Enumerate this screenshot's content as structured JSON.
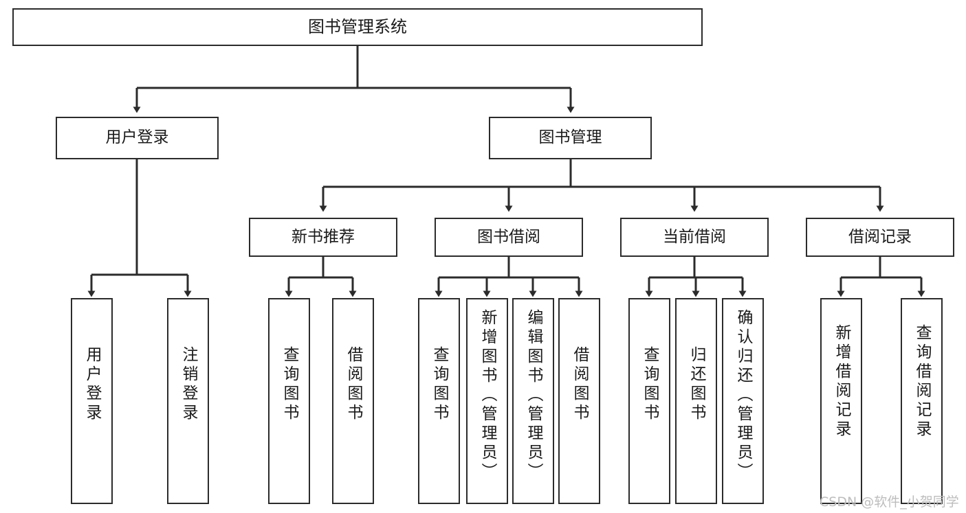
{
  "diagram": {
    "title": "图书管理系统",
    "type": "hierarchy-tree",
    "watermark": "CSDN @软件_小贺同学",
    "colors": {
      "stroke": "#2b2b2b",
      "fill": "#ffffff",
      "text": "#1a1a1a",
      "watermark": "#bdbdbd"
    },
    "nodes": {
      "root": {
        "label": "图书管理系统"
      },
      "level2": [
        {
          "label": "用户登录"
        },
        {
          "label": "图书管理"
        }
      ],
      "level3": [
        {
          "label": "新书推荐"
        },
        {
          "label": "图书借阅"
        },
        {
          "label": "当前借阅"
        },
        {
          "label": "借阅记录"
        }
      ],
      "leaves": {
        "user_login": [
          {
            "label": "用户登录"
          },
          {
            "label": "注销登录"
          }
        ],
        "new_book_recommend": [
          {
            "label": "查询图书"
          },
          {
            "label": "借阅图书"
          }
        ],
        "book_borrow": [
          {
            "label": "查询图书"
          },
          {
            "label": "新增图书（管理员）"
          },
          {
            "label": "编辑图书（管理员）"
          },
          {
            "label": "借阅图书"
          }
        ],
        "current_borrow": [
          {
            "label": "查询图书"
          },
          {
            "label": "归还图书"
          },
          {
            "label": "确认归还（管理员）"
          }
        ],
        "borrow_record": [
          {
            "label": "新增借阅记录"
          },
          {
            "label": "查询借阅记录"
          }
        ]
      }
    }
  }
}
